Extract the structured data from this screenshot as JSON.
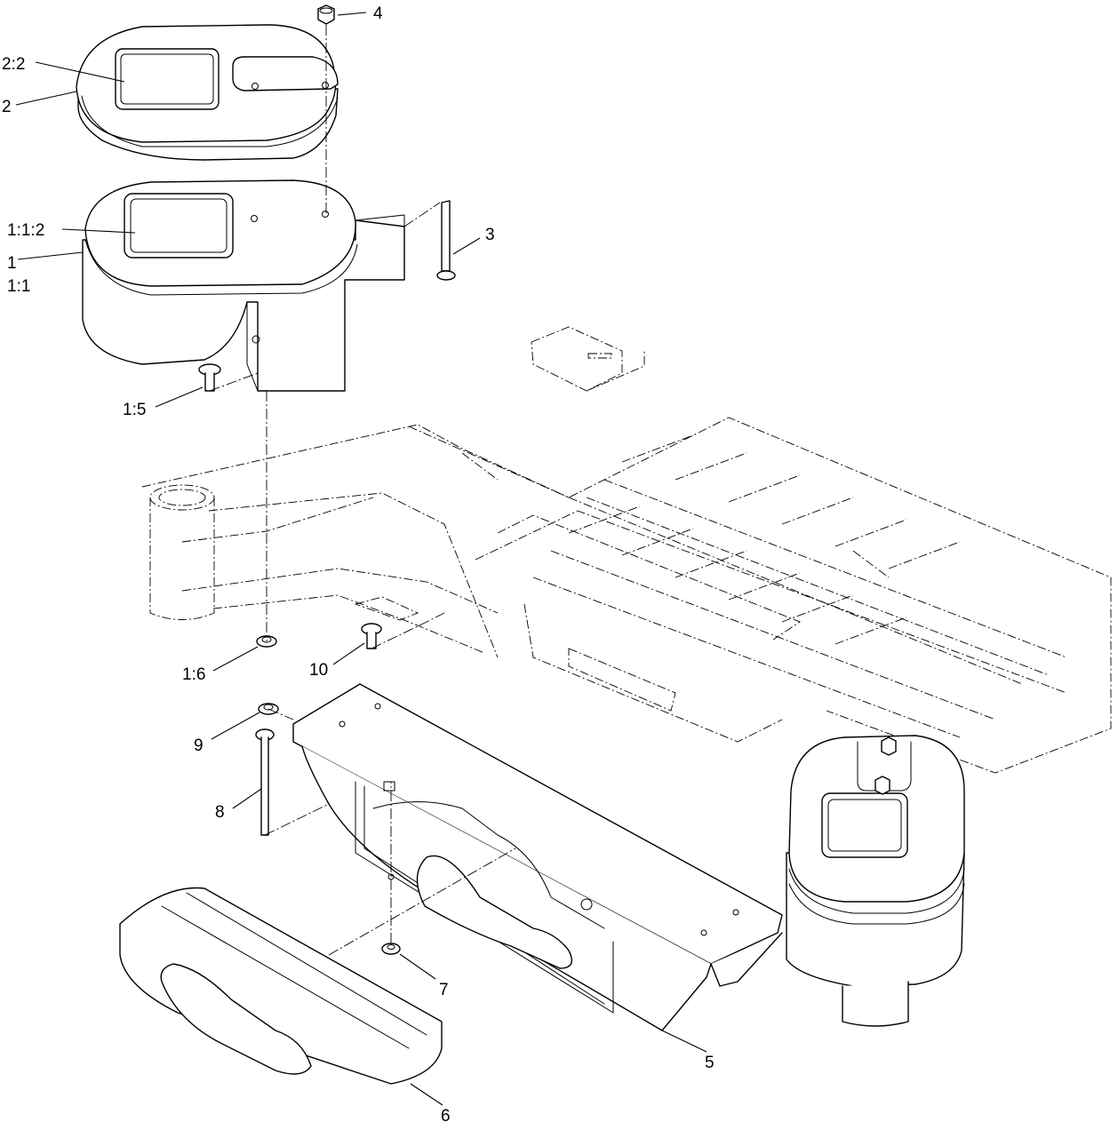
{
  "callouts": {
    "c4": "4",
    "c2_2": "2:2",
    "c2": "2",
    "c1_1_2": "1:1:2",
    "c3": "3",
    "c1": "1",
    "c1_1": "1:1",
    "c1_5": "1:5",
    "c1_6": "1:6",
    "c10": "10",
    "c9": "9",
    "c8": "8",
    "c7": "7",
    "c5": "5",
    "c6": "6"
  }
}
